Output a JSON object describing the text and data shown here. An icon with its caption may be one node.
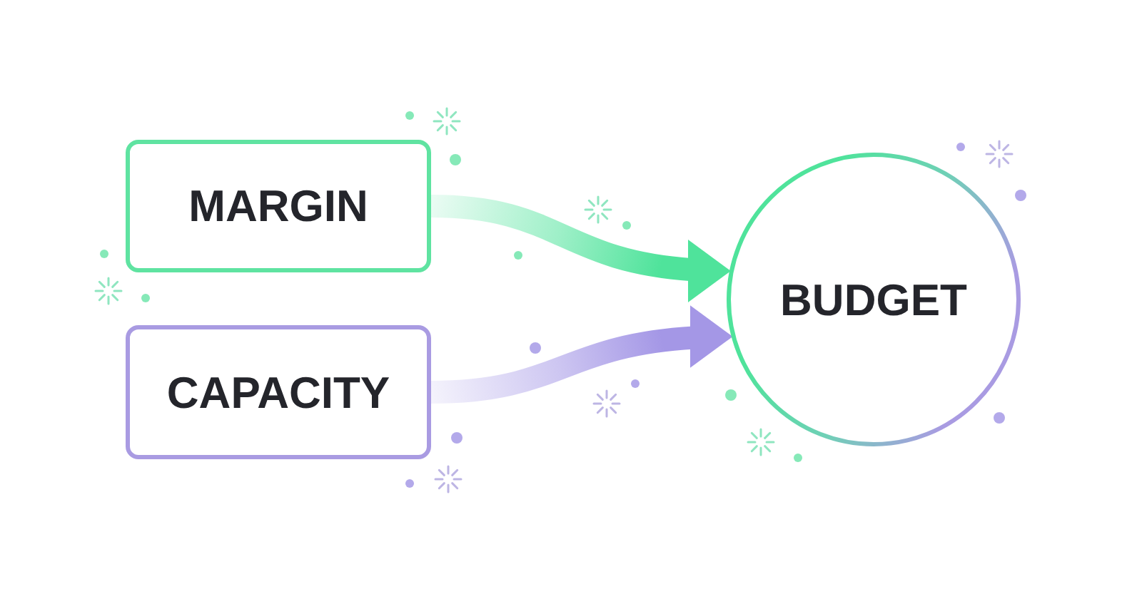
{
  "diagram": {
    "nodes": [
      {
        "text": [
          "MARGIN"
        ]
      },
      {
        "text": [
          "CAPACITY"
        ]
      },
      {
        "text": [
          "BUDGET"
        ]
      }
    ],
    "edges": [
      {
        "from": 0,
        "to": 2,
        "arrow": "to",
        "style": "thick",
        "color": "#4fe39b"
      },
      {
        "from": 1,
        "to": 2,
        "arrow": "to",
        "style": "thick",
        "color": "#a497e6"
      }
    ]
  }
}
